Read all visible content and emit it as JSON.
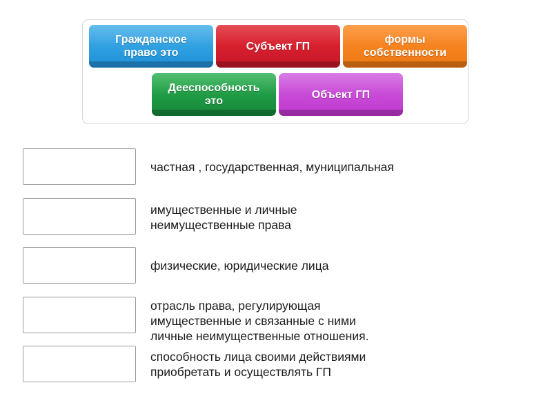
{
  "tray": {
    "rows": [
      [
        {
          "label": "Гражданское\nправо это",
          "color": "#2e9fe0",
          "color_name": "blue"
        },
        {
          "label": "Субъект ГП",
          "color": "#d51f2d",
          "color_name": "red"
        },
        {
          "label": "формы\nсобственности",
          "color": "#f5821e",
          "color_name": "orange"
        }
      ],
      [
        {
          "label": "Дееспособность\nэто",
          "color": "#1f9a44",
          "color_name": "green"
        },
        {
          "label": "Объект ГП",
          "color": "#c749d6",
          "color_name": "purple"
        }
      ]
    ]
  },
  "answers": [
    {
      "text": "частная , государственная, муниципальная"
    },
    {
      "text": "имущественные и личные\nнеимущественные права"
    },
    {
      "text": "физические, юридические лица"
    },
    {
      "text": "отрасль права, регулирующая\nимущественные и связанные с ними\nличные неимущественные отношения."
    },
    {
      "text": "способность лица своими действиями\nприобретать и осуществлять ГП"
    }
  ]
}
